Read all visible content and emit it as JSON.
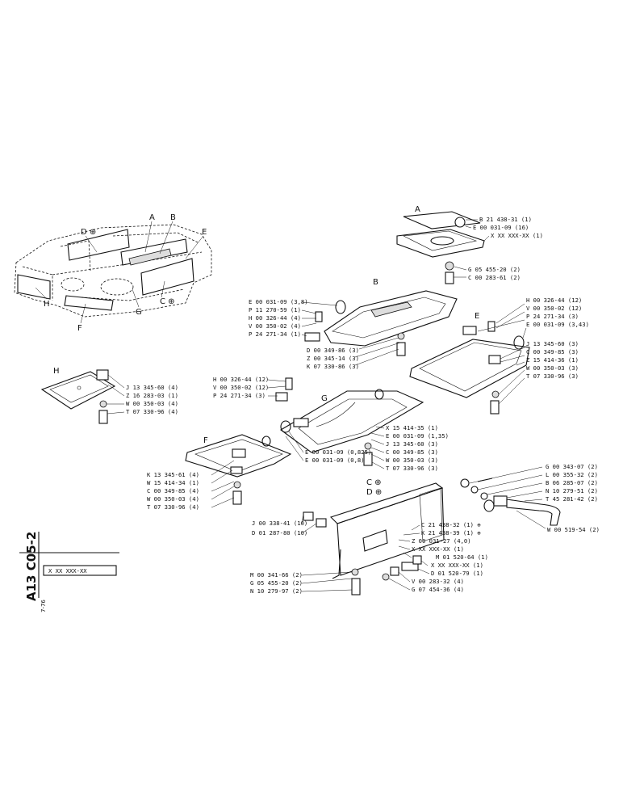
{
  "sheet": {
    "code": "A13 C05-2",
    "date": "7-76",
    "part_ref": "X XX XXX-XX"
  },
  "overview": {
    "labels": [
      "A",
      "B",
      "D ⊕",
      "E",
      "C ⊕",
      "F",
      "G",
      "H"
    ]
  },
  "groups": {
    "A": {
      "letter": "A",
      "parts": [
        "B 21 438-31 (1)",
        "E 00 031-09 (16)",
        "X XX XXX-XX (1)",
        "G 05 455-20 (2)",
        "C 00 283-61 (2)"
      ]
    },
    "B": {
      "letter": "B",
      "parts": [
        "E 00 031-09 (3,8)",
        "P 11 270-59 (1)",
        "H 00 326-44 (4)",
        "V 00 350-02 (4)",
        "P 24 271-34 (1)",
        "D 00 349-86 (3)",
        "Z 00 345-14 (3)",
        "K 07 330-86 (3)"
      ]
    },
    "E": {
      "letter": "E",
      "parts": [
        "H 00 326-44 (12)",
        "V 00 350-02 (12)",
        "P 24 271-34 (3)",
        "E 00 031-09 (3,43)",
        "J 13 345-60 (3)",
        "C 00 349-85 (3)",
        "Z 15 414-36 (1)",
        "W 00 350-03 (3)",
        "T 07 330-96 (3)"
      ]
    },
    "H": {
      "letter": "H",
      "parts": [
        "J 13 345-60 (4)",
        "Z 16 283-03 (1)",
        "W 00 350-03 (4)",
        "T 07 330-96 (4)"
      ]
    },
    "G": {
      "letter": "G",
      "parts": [
        "H 00 326-44 (12)",
        "V 00 350-02 (12)",
        "P 24 271-34 (3)",
        "X 15 414-35 (1)",
        "E 00 031-09 (1,35)",
        "J 13 345-60 (3)",
        "C 00 349-85 (3)",
        "W 00 350-03 (3)",
        "T 07 330-96 (3)",
        "E 00 031-09 (0,825)",
        "E 00 031-09 (0,8)"
      ]
    },
    "F": {
      "letter": "F",
      "parts": [
        "K 13 345-61 (4)",
        "W 15 414-34 (1)",
        "C 00 349-85 (4)",
        "W 00 350-03 (4)",
        "T 07 330-96 (4)"
      ]
    },
    "CD": {
      "letters": [
        "C ⊕",
        "D ⊕"
      ],
      "parts": [
        "J 00 338-41 (10)",
        "D 01 287-80 (10)",
        "C 21 438-32 (1) ⊕",
        "K 21 438-39 (1) ⊕",
        "Z 00 031-27 (4,0)",
        "X XX XXX-XX (1)",
        "M 01 520-64 (1)",
        "X XX XXX-XX (1)",
        "D 01 520-79 (1)",
        "V 00 283-32 (4)",
        "G 07 454-36 (4)",
        "M 00 341-66 (2)",
        "G 05 455-20 (2)",
        "N 10 279-97 (2)"
      ]
    },
    "pipe": {
      "parts": [
        "G 00 343-07 (2)",
        "L 00 355-32 (2)",
        "B 06 285-07 (2)",
        "N 10 279-51 (2)",
        "T 45 281-42 (2)",
        "W 00 519-54 (2)"
      ]
    }
  }
}
